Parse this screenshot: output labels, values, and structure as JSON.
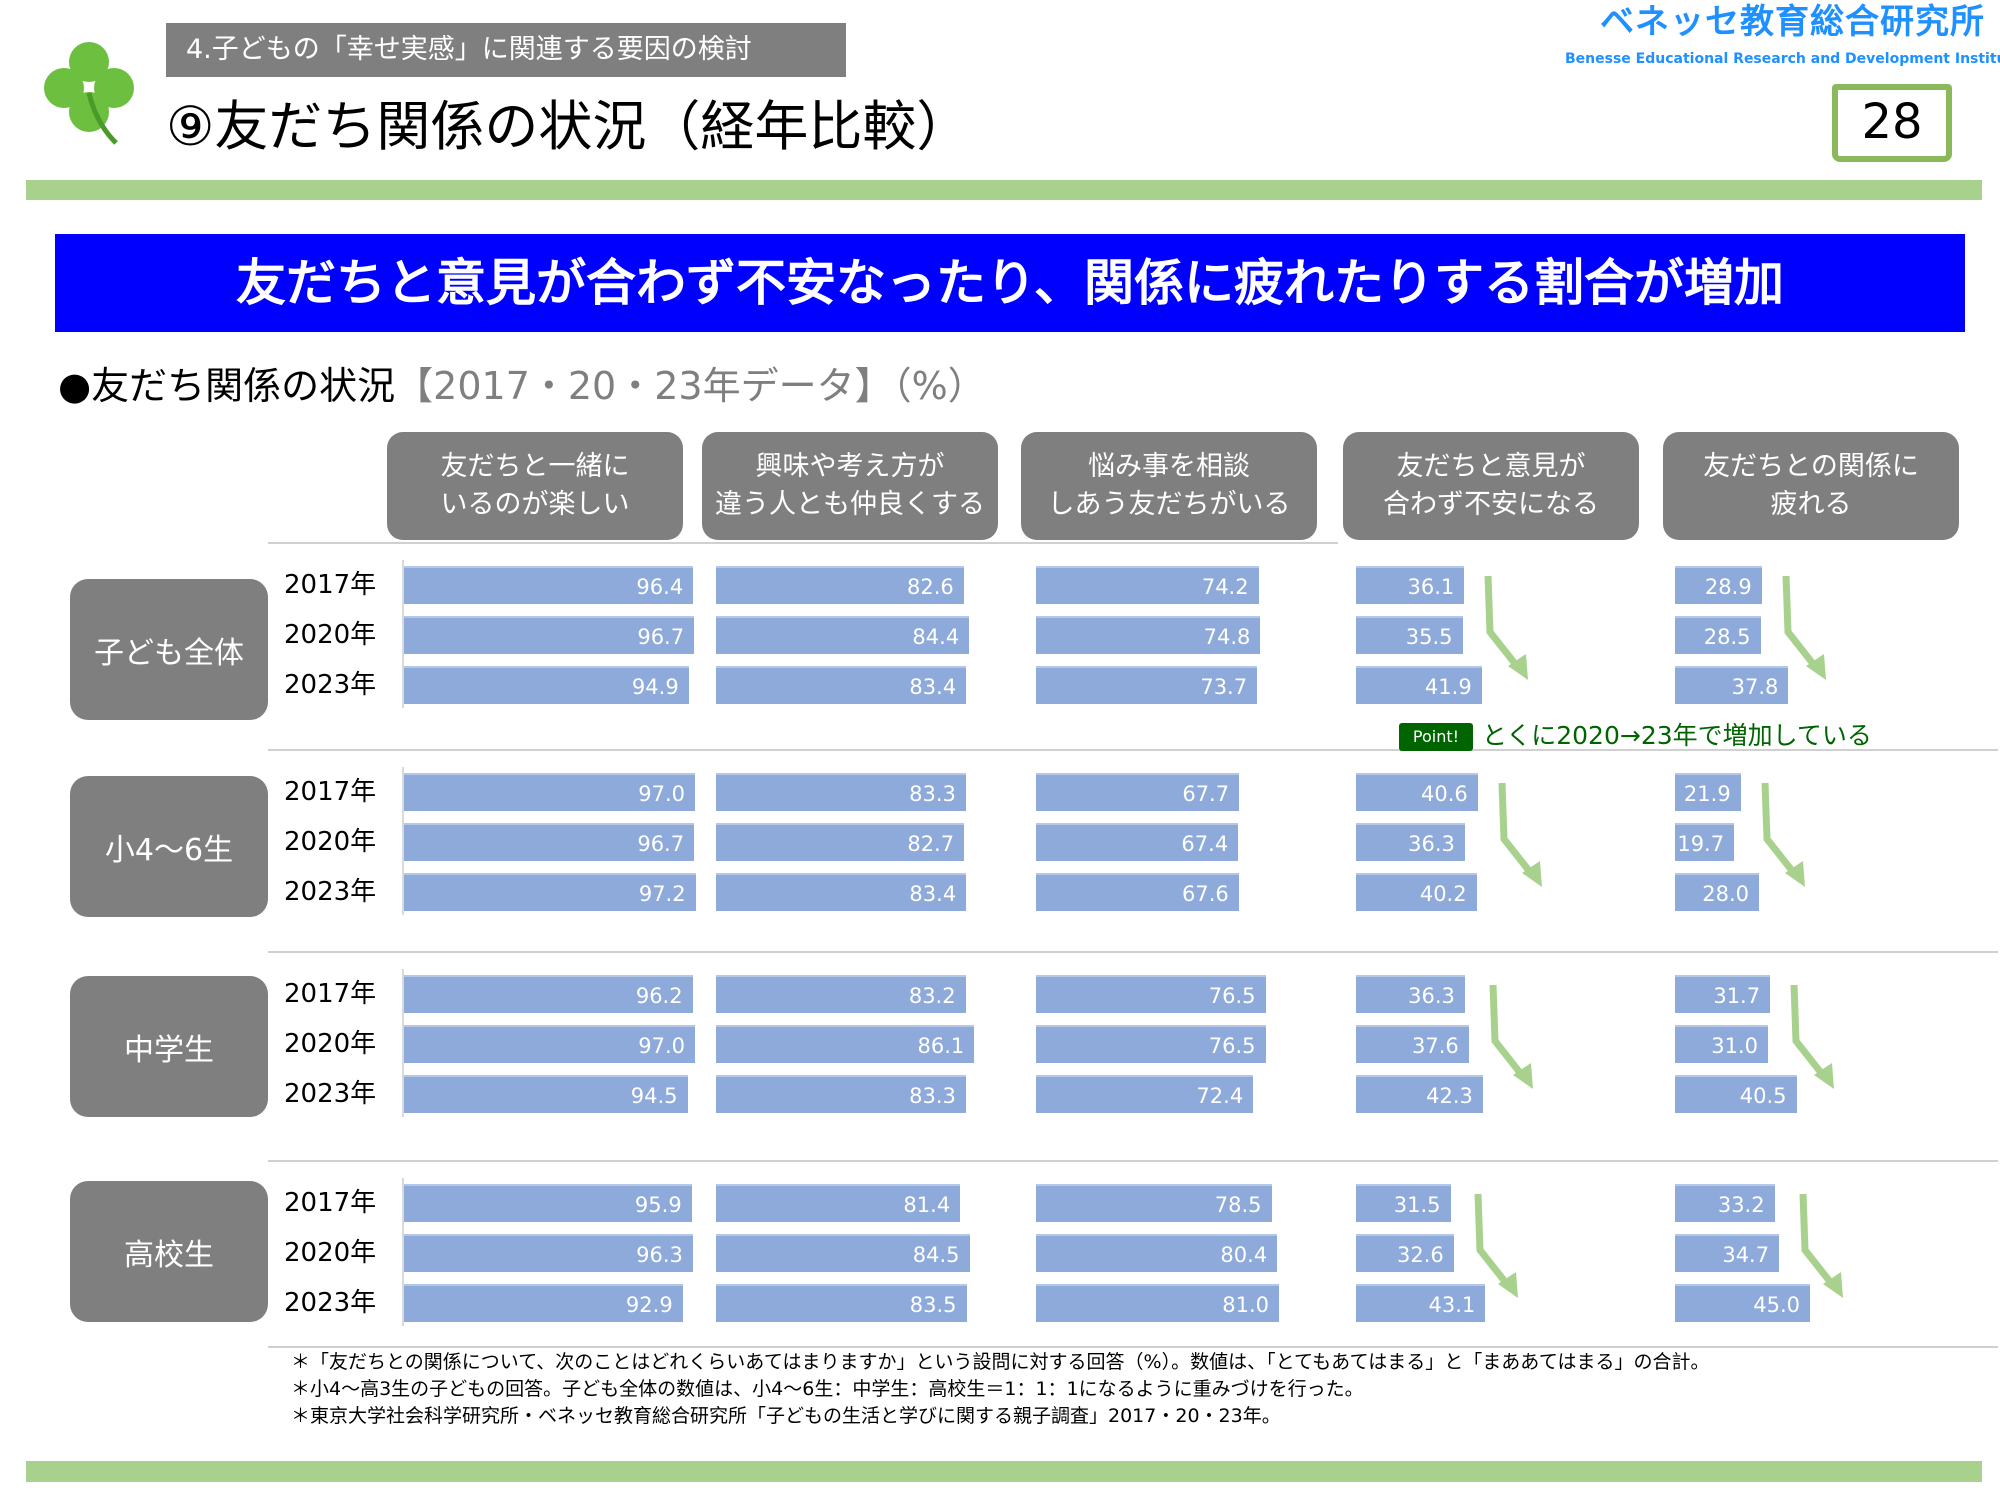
{
  "header": {
    "section_label": "4.子どもの「幸せ実感」に関連する要因の検討",
    "title": "⑨友だち関係の状況（経年比較）",
    "logo_jp": "ベネッセ教育総合研究所",
    "logo_en": "Benesse  Educational Research and Development Institute",
    "page_number": "28"
  },
  "banner": "友だちと意見が合わず不安なったり、関係に疲れたりする割合が増加",
  "subtitle": {
    "main": "●友だち関係の状況",
    "sub": "【2017・20・23年データ】（%）"
  },
  "point": {
    "badge": "Point!",
    "text": "とくに2020→23年で増加している"
  },
  "colors": {
    "bar": "#8eaadb",
    "label_bg": "#7f7f7f",
    "banner": "#0000ff",
    "arrow": "#a9d18e",
    "point": "#006400"
  },
  "chart_data": {
    "type": "bar",
    "orientation": "horizontal",
    "unit": "%",
    "columns": [
      "友だちと一緒に\nいるのが楽しい",
      "興味や考え方が\n違う人とも仲良くする",
      "悩み事を相談\nしあう友だちがいる",
      "友だちと意見が\n合わず不安になる",
      "友だちとの関係に\n疲れる"
    ],
    "years": [
      "2017年",
      "2020年",
      "2023年"
    ],
    "groups": [
      {
        "name": "子ども全体",
        "values": [
          [
            96.4,
            96.7,
            94.9
          ],
          [
            82.6,
            84.4,
            83.4
          ],
          [
            74.2,
            74.8,
            73.7
          ],
          [
            36.1,
            35.5,
            41.9
          ],
          [
            28.9,
            28.5,
            37.8
          ]
        ]
      },
      {
        "name": "小4～6生",
        "values": [
          [
            97.0,
            96.7,
            97.2
          ],
          [
            83.3,
            82.7,
            83.4
          ],
          [
            67.7,
            67.4,
            67.6
          ],
          [
            40.6,
            36.3,
            40.2
          ],
          [
            21.9,
            19.7,
            28.0
          ]
        ]
      },
      {
        "name": "中学生",
        "values": [
          [
            96.2,
            97.0,
            94.5
          ],
          [
            83.2,
            86.1,
            83.3
          ],
          [
            76.5,
            76.5,
            72.4
          ],
          [
            36.3,
            37.6,
            42.3
          ],
          [
            31.7,
            31.0,
            40.5
          ]
        ]
      },
      {
        "name": "高校生",
        "values": [
          [
            95.9,
            96.3,
            92.9
          ],
          [
            81.4,
            84.5,
            83.5
          ],
          [
            78.5,
            80.4,
            81.0
          ],
          [
            31.5,
            32.6,
            43.1
          ],
          [
            33.2,
            34.7,
            45.0
          ]
        ]
      }
    ],
    "increase_arrows_on_columns": [
      3,
      4
    ]
  },
  "notes": [
    "＊「友だちとの関係について、次のことはどれくらいあてはまりますか」という設問に対する回答（%）。数値は、「とてもあてはまる」と「まああてはまる」の合計。",
    "＊小4～高3生の子どもの回答。子ども全体の数値は、小4～6生：中学生：高校生＝1：1：1になるように重みづけを行った。",
    "＊東京大学社会科学研究所・ベネッセ教育総合研究所「子どもの生活と学びに関する親子調査」2017・20・23年。"
  ]
}
